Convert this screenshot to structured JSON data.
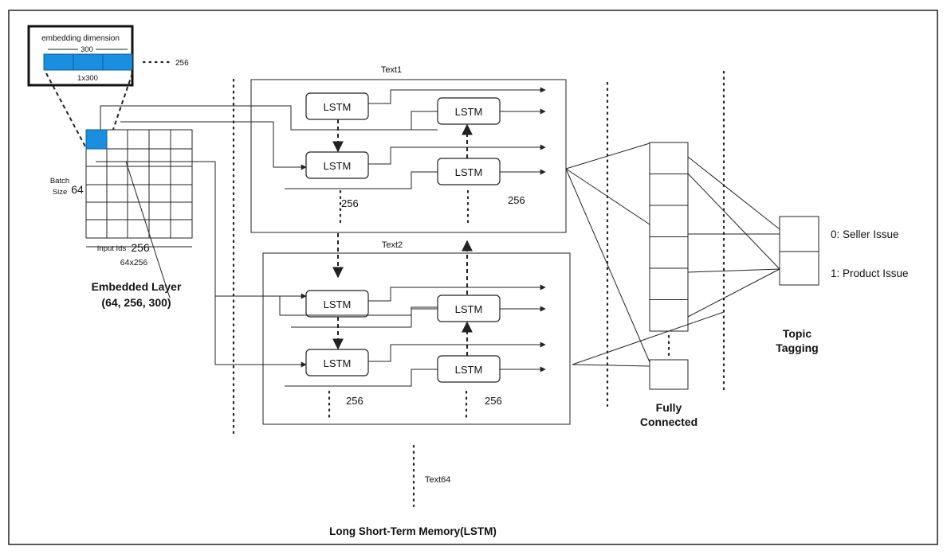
{
  "embedding": {
    "title": "embedding dimension",
    "dim_label": "300",
    "size_label": "1x300",
    "more_label": "256",
    "batch_label_line1": "Batch",
    "batch_label_line2": "Size",
    "batch_value": "64",
    "input_ids_label": "Input Ids",
    "input_ids_value": "256",
    "matrix_label": "64x256",
    "layer_title": "Embedded Layer",
    "layer_shape": "(64, 256, 300)"
  },
  "lstm": {
    "cell_label": "LSTM",
    "text1_label": "Text1",
    "text2_label": "Text2",
    "text64_label": "Text64",
    "seq_len_label": "256",
    "section_title": "Long Short-Term Memory(LSTM)"
  },
  "fully_connected": {
    "title_line1": "Fully",
    "title_line2": "Connected"
  },
  "topic": {
    "title_line1": "Topic",
    "title_line2": "Tagging",
    "outputs": [
      "0: Seller Issue",
      "1: Product Issue"
    ]
  },
  "colors": {
    "highlight": "#1a8fe0",
    "highlight_border": "#0c5d99"
  }
}
